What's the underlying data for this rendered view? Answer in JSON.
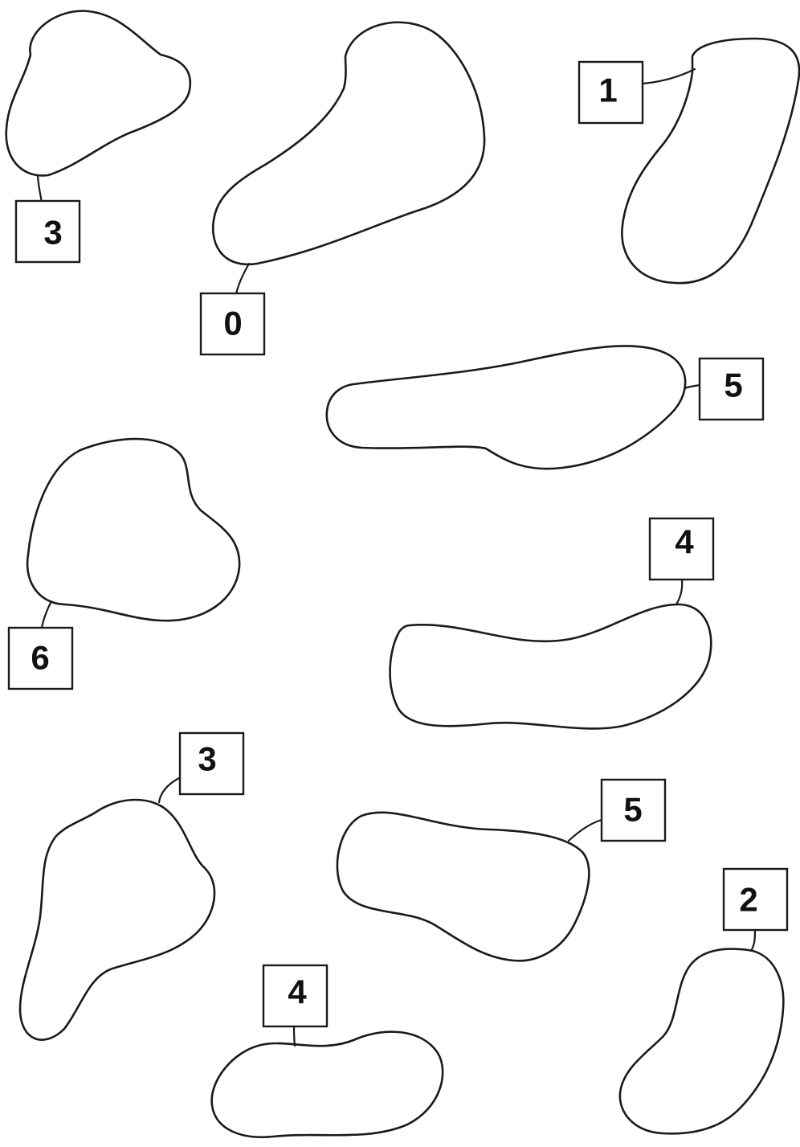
{
  "blobs": [
    {
      "id": "top-left",
      "label": "3"
    },
    {
      "id": "top-center",
      "label": "0"
    },
    {
      "id": "top-right",
      "label": "1"
    },
    {
      "id": "mid-long",
      "label": "5"
    },
    {
      "id": "mid-left",
      "label": "6"
    },
    {
      "id": "mid-right",
      "label": "4"
    },
    {
      "id": "lower-left",
      "label": "3"
    },
    {
      "id": "lower-center",
      "label": "5"
    },
    {
      "id": "lower-right",
      "label": "2"
    },
    {
      "id": "bottom-center",
      "label": "4"
    }
  ]
}
